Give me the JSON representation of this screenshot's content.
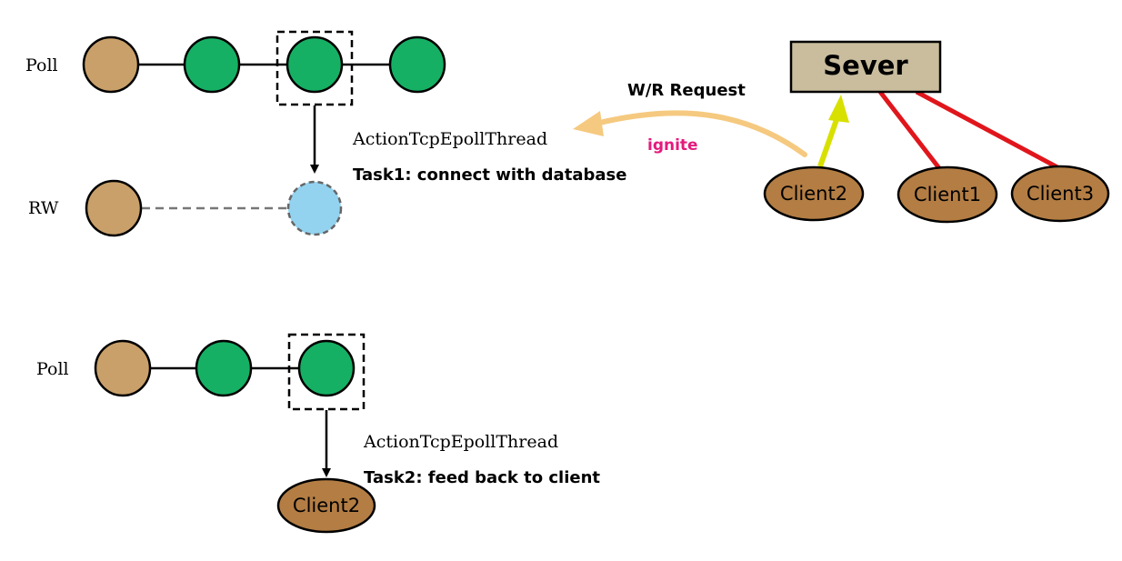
{
  "top_row": {
    "poll_label": "Poll",
    "rw_label": "RW",
    "thread_label": "ActionTcpEpollThread",
    "task_label": "Task1: connect with database"
  },
  "bottom_row": {
    "poll_label": "Poll",
    "thread_label": "ActionTcpEpollThread",
    "task_label": "Task2: feed back to client",
    "client_label": "Client2"
  },
  "server": {
    "label": "Sever",
    "request_label": "W/R Request",
    "ignite_label": "ignite",
    "clients": [
      "Client2",
      "Client1",
      "Client3"
    ]
  },
  "colors": {
    "node_tan": "#c9a06a",
    "node_green": "#16b064",
    "node_blue": "#93d3f0",
    "client_brown": "#b37d44",
    "server_fill": "#c9bd9e",
    "ignite_text": "#e41a7c",
    "request_arrow": "#f5c97f",
    "client2_link": "#d8e000",
    "client_link": "#e0161c"
  }
}
